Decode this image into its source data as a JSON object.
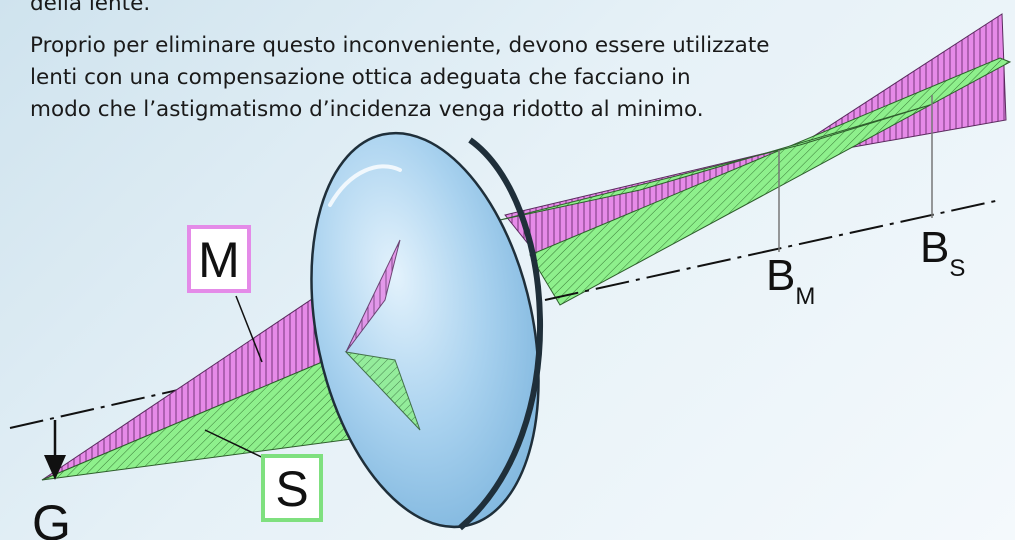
{
  "text": {
    "fragment_line": "della lente.",
    "paragraph_lines": [
      "Proprio per eliminare questo inconveniente, devono essere utilizzate",
      "lenti con una compensazione ottica adeguata che facciano in",
      "modo che l’astigmatismo d’incidenza venga ridotto al minimo."
    ]
  },
  "diagram": {
    "labels": {
      "meridional": "M",
      "sagittal": "S",
      "object": "G",
      "bm_main": "B",
      "bm_sub": "M",
      "bs_main": "B",
      "bs_sub": "S"
    },
    "colors": {
      "meridional_fan": "#e58be6",
      "sagittal_fan": "#8ff08a",
      "meridional_box": "#e48be8",
      "sagittal_box": "#7fe07f",
      "lens_fill": "#a9d3f0",
      "lens_edge": "#1f2f3a",
      "axis": "#111111"
    }
  }
}
